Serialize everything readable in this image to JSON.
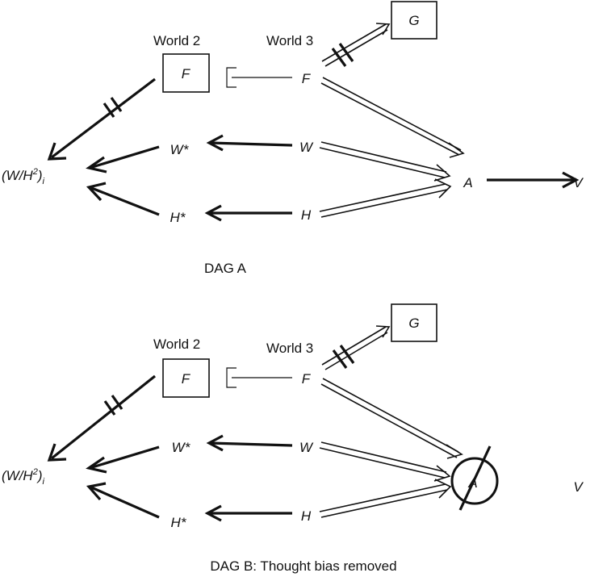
{
  "diagrams": [
    {
      "caption": "DAG A",
      "world2_label": "World 2",
      "world3_label": "World 3",
      "nodes": {
        "F_box": "F",
        "G_box": "G",
        "F": "F",
        "W": "W",
        "H": "H",
        "W_star": "W*",
        "H_star": "H*",
        "A": "A",
        "V": "V",
        "outcome_main": "(W/H",
        "outcome_sup": "2",
        "outcome_close": ")",
        "outcome_sub": "i"
      }
    },
    {
      "caption": "DAG B: Thought bias removed",
      "world2_label": "World 2",
      "world3_label": "World 3",
      "nodes": {
        "F_box": "F",
        "G_box": "G",
        "F": "F",
        "W": "W",
        "H": "H",
        "W_star": "W*",
        "H_star": "H*",
        "A": "A",
        "V": "V",
        "outcome_main": "(W/H",
        "outcome_sup": "2",
        "outcome_close": ")",
        "outcome_sub": "i"
      }
    }
  ]
}
